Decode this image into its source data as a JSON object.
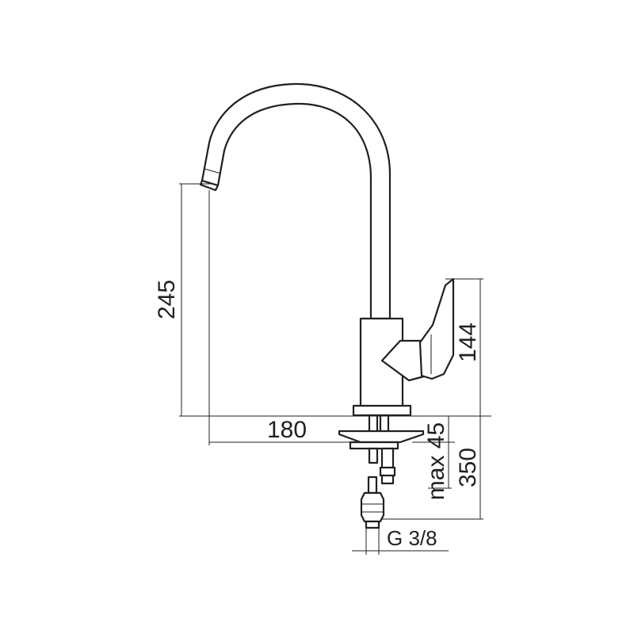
{
  "drawing": {
    "dimensions": {
      "spout_height": "245",
      "body_height": "144",
      "spout_reach": "180",
      "deck_thickness": "max 45",
      "total_height": "350",
      "thread": "G 3/8"
    }
  }
}
